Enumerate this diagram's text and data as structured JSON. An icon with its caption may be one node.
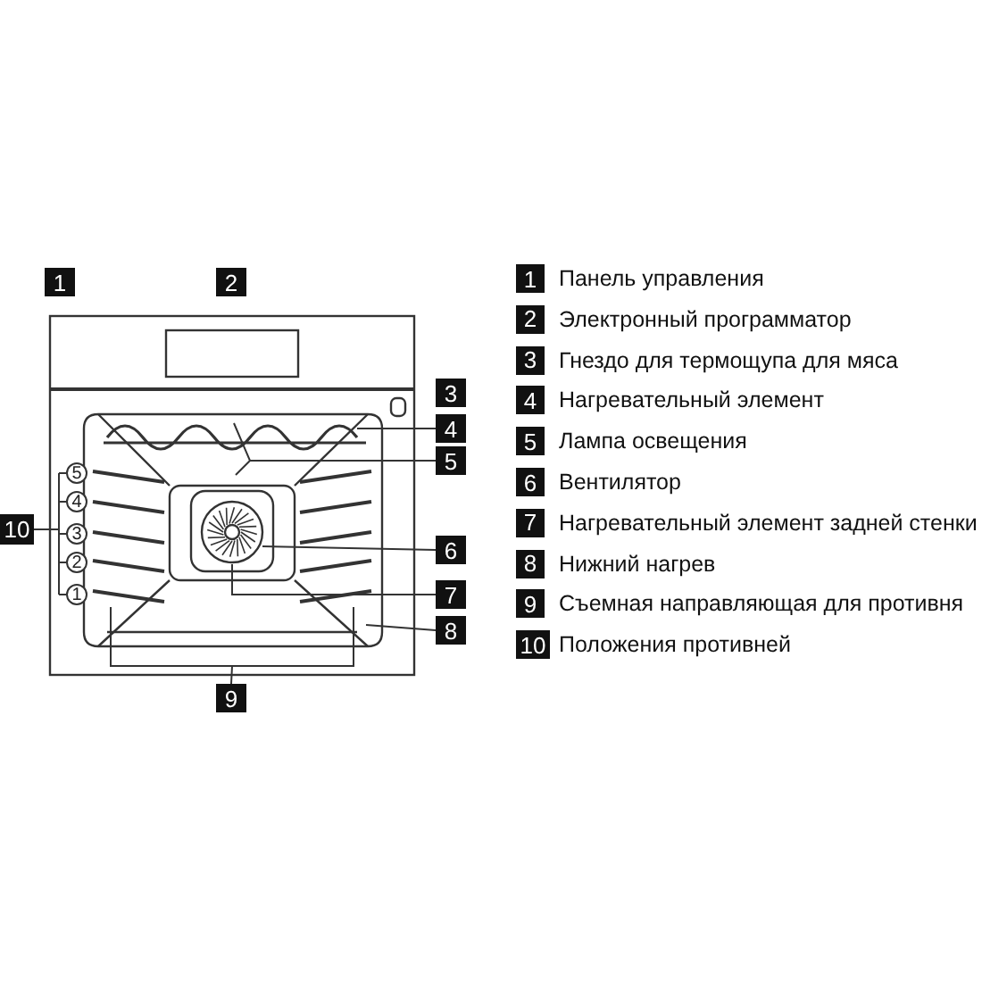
{
  "diagram": {
    "nodes": [
      {
        "text": [
          "1"
        ]
      },
      {
        "text": [
          "2"
        ]
      },
      {
        "text": [
          "3"
        ]
      },
      {
        "text": [
          "4"
        ]
      },
      {
        "text": [
          "5"
        ]
      },
      {
        "text": [
          "6"
        ]
      },
      {
        "text": [
          "7"
        ]
      },
      {
        "text": [
          "8"
        ]
      },
      {
        "text": [
          "9"
        ]
      },
      {
        "text": [
          "10"
        ]
      },
      {
        "text": [
          "5"
        ]
      },
      {
        "text": [
          "4"
        ]
      },
      {
        "text": [
          "3"
        ]
      },
      {
        "text": [
          "2"
        ]
      },
      {
        "text": [
          "1"
        ]
      },
      {
        "text": [
          "1"
        ],
        "beside": [
          "Панель управления"
        ]
      },
      {
        "text": [
          "2"
        ],
        "beside": [
          "Электронный программатор"
        ]
      },
      {
        "text": [
          "3"
        ],
        "beside": [
          "Гнездо для термощупа для мяса"
        ]
      },
      {
        "text": [
          "4"
        ],
        "beside": [
          "Нагревательный элемент"
        ]
      },
      {
        "text": [
          "5"
        ],
        "beside": [
          "Лампа освещения"
        ]
      },
      {
        "text": [
          "6"
        ],
        "beside": [
          "Вентилятор"
        ]
      },
      {
        "text": [
          "7"
        ],
        "beside": [
          "Нагревательный элемент задней стенки"
        ]
      },
      {
        "text": [
          "8"
        ],
        "beside": [
          "Нижний нагрев"
        ]
      },
      {
        "text": [
          "9"
        ],
        "beside": [
          "Съемная направляющая для противня"
        ]
      },
      {
        "text": [
          "10"
        ],
        "beside": [
          "Положения противней"
        ]
      }
    ],
    "edges": [
      {
        "from": 3,
        "to": null,
        "arrow": "none"
      },
      {
        "from": 4,
        "to": null,
        "arrow": "none"
      },
      {
        "from": 5,
        "to": null,
        "arrow": "none"
      },
      {
        "from": 6,
        "to": null,
        "arrow": "none"
      },
      {
        "from": 7,
        "to": null,
        "arrow": "none"
      },
      {
        "from": 8,
        "to": null,
        "arrow": "none"
      },
      {
        "from": 9,
        "to": 10,
        "arrow": "none"
      },
      {
        "from": 9,
        "to": 11,
        "arrow": "none"
      },
      {
        "from": 9,
        "to": 12,
        "arrow": "none"
      },
      {
        "from": 9,
        "to": 13,
        "arrow": "none"
      },
      {
        "from": 9,
        "to": 14,
        "arrow": "none"
      }
    ]
  }
}
